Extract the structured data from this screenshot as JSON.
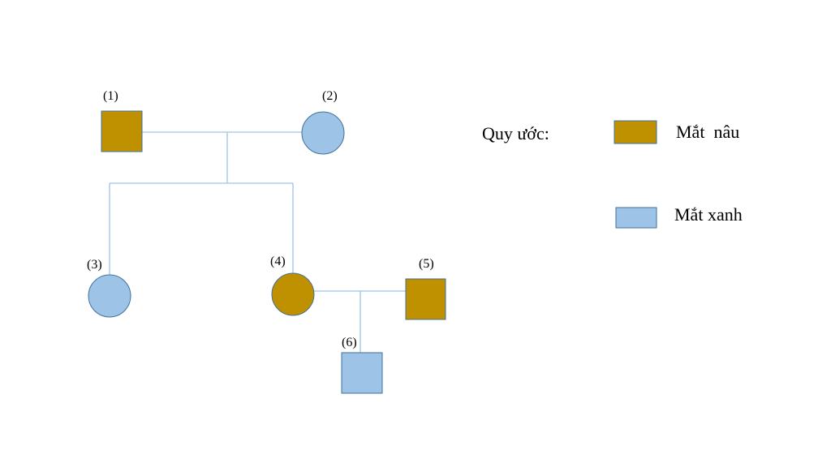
{
  "colors": {
    "brown": "#bf9000",
    "blue": "#9dc3e6",
    "line": "#9dc3e6",
    "border": "#41719c"
  },
  "individuals": [
    {
      "label": "(1)",
      "shape": "square",
      "phenotype": "brown"
    },
    {
      "label": "(2)",
      "shape": "circle",
      "phenotype": "blue"
    },
    {
      "label": "(3)",
      "shape": "circle",
      "phenotype": "blue"
    },
    {
      "label": "(4)",
      "shape": "circle",
      "phenotype": "brown"
    },
    {
      "label": "(5)",
      "shape": "square",
      "phenotype": "brown"
    },
    {
      "label": "(6)",
      "shape": "square",
      "phenotype": "blue"
    }
  ],
  "legend": {
    "title": "Quy ước:",
    "items": [
      {
        "label": "Mắt  nâu",
        "phenotype": "brown"
      },
      {
        "label": "Mắt xanh",
        "phenotype": "blue"
      }
    ]
  }
}
